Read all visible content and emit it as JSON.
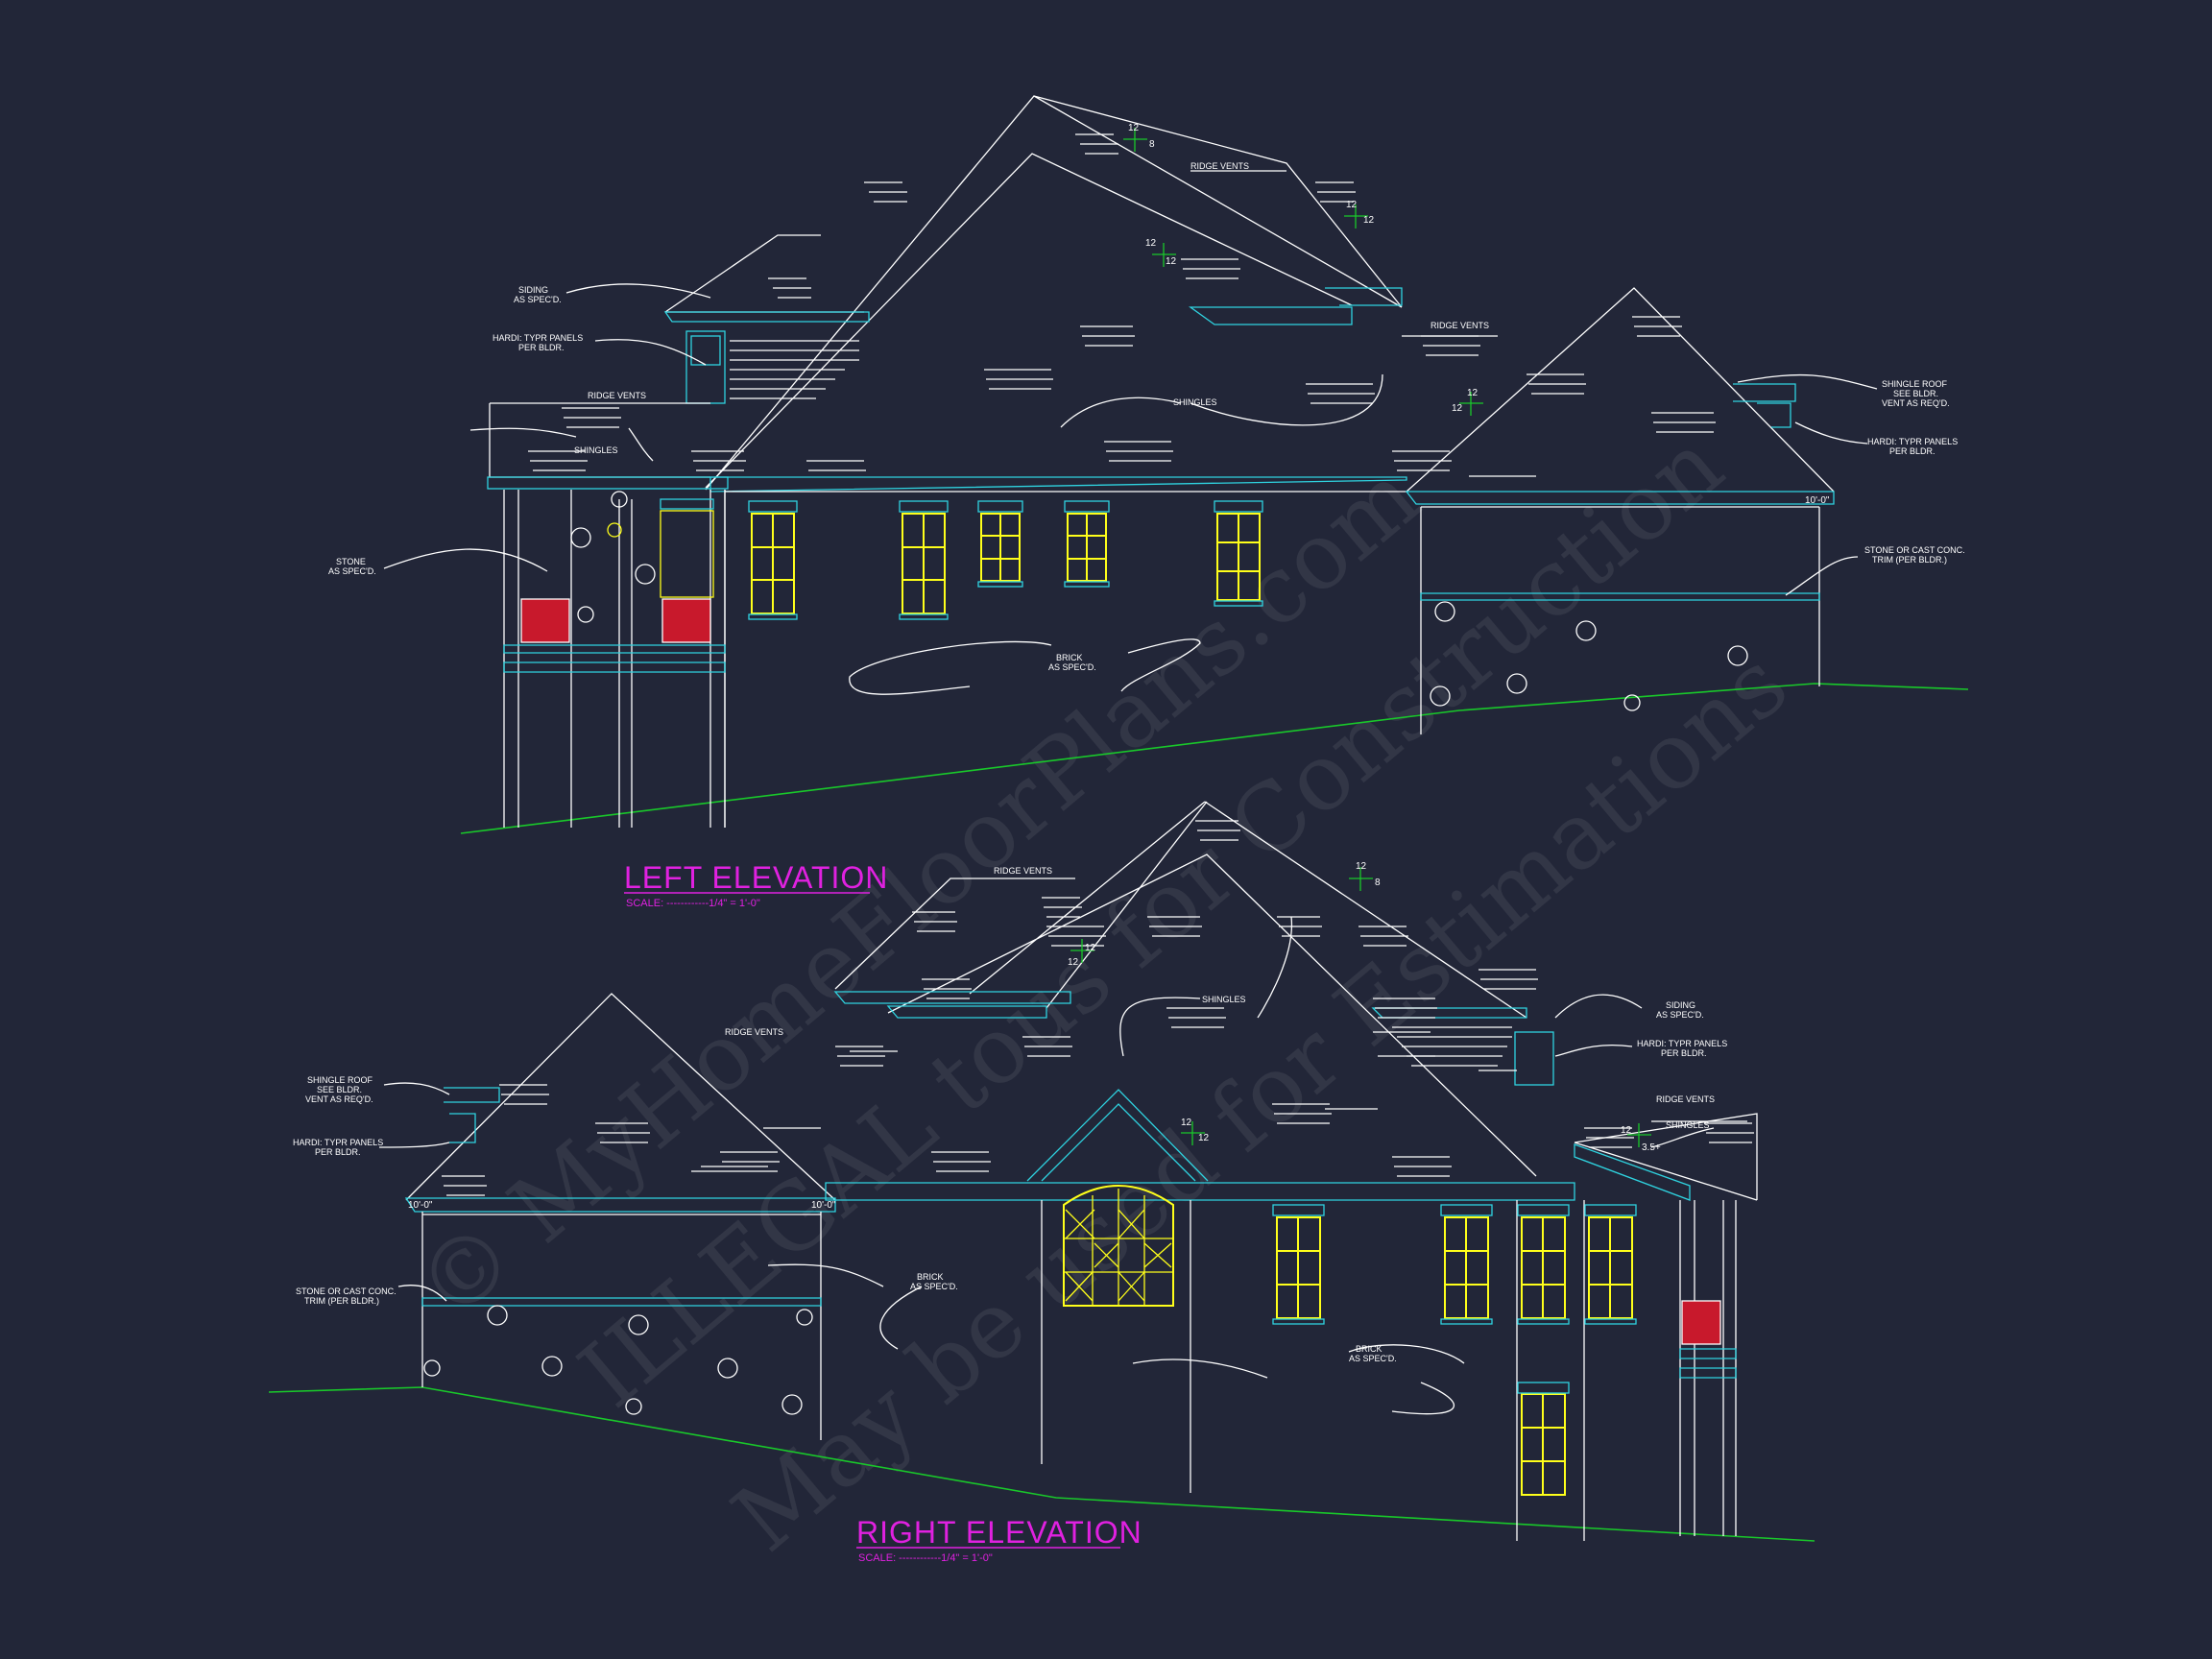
{
  "elevations": [
    {
      "title": "LEFT ELEVATION",
      "scale": "SCALE: ------------1/4\" = 1'-0\""
    },
    {
      "title": "RIGHT ELEVATION",
      "scale": "SCALE: ------------1/4\" = 1'-0\""
    }
  ],
  "notes": {
    "ridge_vents": "RIDGE VENTS",
    "shingles": "SHINGLES",
    "siding": [
      "SIDING",
      "AS SPEC'D."
    ],
    "hardi": [
      "HARDI: TYPR PANELS",
      "PER BLDR."
    ],
    "stone": [
      "STONE",
      "AS SPEC'D."
    ],
    "brick": [
      "BRICK",
      "AS SPEC'D."
    ],
    "shingle_roof": [
      "SHINGLE ROOF",
      "SEE BLDR.",
      "VENT AS REQ'D."
    ],
    "stone_trim": [
      "STONE OR CAST CONC.",
      "TRIM (PER BLDR.)"
    ]
  },
  "dimensions": {
    "pitch_rise": "12",
    "pitch_8": "8",
    "pitch_12": "12",
    "pitch_35": "3.5+",
    "plate": "10'-0\""
  },
  "watermark": [
    "© MyHomeFloorPlans.com",
    "ILLEGAL tous for Construction",
    "May be used for Estimations"
  ],
  "colors": {
    "background": "#222638",
    "line": "#ffffff",
    "trim": "#2fd3e0",
    "window": "#ffff1a",
    "railing": "#c8192c",
    "grade": "#19c82a",
    "title": "#e021e0"
  }
}
